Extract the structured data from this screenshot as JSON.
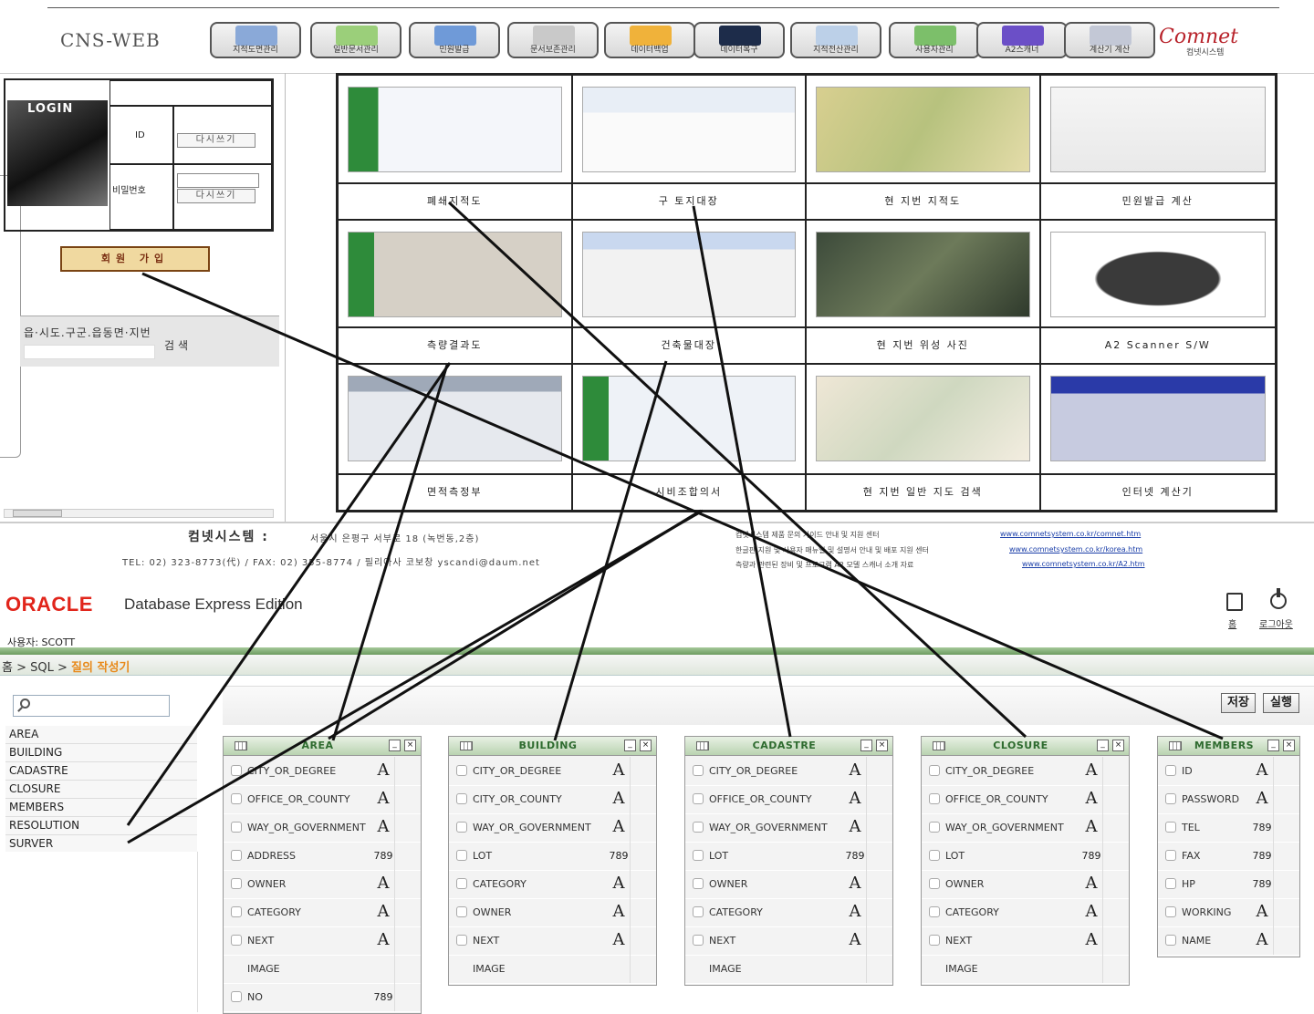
{
  "app": {
    "brand": "CNS-WEB",
    "nav": [
      {
        "label": "지적도면관리",
        "color": "#8aa9d8"
      },
      {
        "label": "일반문서관리",
        "color": "#9bcf7a"
      },
      {
        "label": "민원발급",
        "color": "#6f9ad8"
      },
      {
        "label": "문서보존관리",
        "color": "#c9c9c9"
      },
      {
        "label": "데이터백업",
        "color": "#f0b23a"
      },
      {
        "label": "데이터복구",
        "color": "#1d2c4a"
      },
      {
        "label": "지적전산관리",
        "color": "#bcd0e8"
      },
      {
        "label": "사용자관리",
        "color": "#7cbf6a"
      },
      {
        "label": "A2스캐너",
        "color": "#6b4fc7"
      },
      {
        "label": "계산기 계산",
        "color": "#c3c8d6"
      }
    ],
    "logo": {
      "name": "Comnet",
      "sub": "컴넷시스템"
    },
    "login": {
      "title": "LOGIN",
      "id_label": "ID",
      "password_label": "비밀번호",
      "retry": "다시쓰기",
      "join_button": "회원 가입"
    },
    "search": {
      "text": "읍·시도.구군.읍동면·지번",
      "button": "검색"
    },
    "grid": [
      {
        "caption": "폐쇄지적도"
      },
      {
        "caption": "구 토지대장"
      },
      {
        "caption": "현 지번 지적도"
      },
      {
        "caption": "민원발급 계산"
      },
      {
        "caption": "측량결과도"
      },
      {
        "caption": "건축물대장"
      },
      {
        "caption": "현 지번 위성 사진"
      },
      {
        "caption": "A2 Scanner S/W"
      },
      {
        "caption": "면적측정부"
      },
      {
        "caption": "시비조합의서"
      },
      {
        "caption": "현 지번 일반 지도 검색"
      },
      {
        "caption": "인터넷 계산기"
      }
    ],
    "footer": {
      "company": "컴넷시스템 :",
      "address": "서울시 은평구 서부로 18 (녹번동,2층)",
      "tel": "TEL: 02) 323-8773(代) / FAX: 02) 355-8774 / 필리아사 코보창 yscandi@daum.net",
      "right_lines": [
        {
          "text": "컴넷시스템 제품 문의 가이드 안내 및 지원 센터",
          "link": "www.comnetsystem.co.kr/comnet.htm"
        },
        {
          "text": "한글판 지원 및 사용자 매뉴얼 및 설명서 안내 및 배포 지원 센터",
          "link": "www.comnetsystem.co.kr/korea.htm"
        },
        {
          "text": "측량과 관련된 장비 및 프로그램 A2 모델 스캐너 소개 자료",
          "link": "www.comnetsystem.co.kr/A2.htm"
        }
      ]
    }
  },
  "oracle": {
    "logo": "ORACLE",
    "product": "Database Express Edition",
    "home": "홈",
    "logout": "로그아웃",
    "user": "사용자: SCOTT",
    "breadcrumb": {
      "home": "홈",
      "sep": " > ",
      "sql": "SQL",
      "current": "질의 작성기"
    },
    "buttons": {
      "save": "저장",
      "run": "실행"
    },
    "objects": [
      "AREA",
      "BUILDING",
      "CADASTRE",
      "CLOSURE",
      "MEMBERS",
      "RESOLUTION",
      "SURVER"
    ],
    "tables": [
      {
        "name": "AREA",
        "columns": [
          {
            "col": "CITY_OR_DEGREE",
            "type": "A"
          },
          {
            "col": "OFFICE_OR_COUNTY",
            "type": "A"
          },
          {
            "col": "WAY_OR_GOVERNMENT",
            "type": "A"
          },
          {
            "col": "ADDRESS",
            "type": "789"
          },
          {
            "col": "OWNER",
            "type": "A"
          },
          {
            "col": "CATEGORY",
            "type": "A"
          },
          {
            "col": "NEXT",
            "type": "A"
          },
          {
            "col": "IMAGE",
            "type": ""
          },
          {
            "col": "NO",
            "type": "789"
          }
        ]
      },
      {
        "name": "BUILDING",
        "columns": [
          {
            "col": "CITY_OR_DEGREE",
            "type": "A"
          },
          {
            "col": "CITY_OR_COUNTY",
            "type": "A"
          },
          {
            "col": "WAY_OR_GOVERNMENT",
            "type": "A"
          },
          {
            "col": "LOT",
            "type": "789"
          },
          {
            "col": "CATEGORY",
            "type": "A"
          },
          {
            "col": "OWNER",
            "type": "A"
          },
          {
            "col": "NEXT",
            "type": "A"
          },
          {
            "col": "IMAGE",
            "type": ""
          }
        ]
      },
      {
        "name": "CADASTRE",
        "columns": [
          {
            "col": "CITY_OR_DEGREE",
            "type": "A"
          },
          {
            "col": "OFFICE_OR_COUNTY",
            "type": "A"
          },
          {
            "col": "WAY_OR_GOVERNMENT",
            "type": "A"
          },
          {
            "col": "LOT",
            "type": "789"
          },
          {
            "col": "OWNER",
            "type": "A"
          },
          {
            "col": "CATEGORY",
            "type": "A"
          },
          {
            "col": "NEXT",
            "type": "A"
          },
          {
            "col": "IMAGE",
            "type": ""
          }
        ]
      },
      {
        "name": "CLOSURE",
        "columns": [
          {
            "col": "CITY_OR_DEGREE",
            "type": "A"
          },
          {
            "col": "OFFICE_OR_COUNTY",
            "type": "A"
          },
          {
            "col": "WAY_OR_GOVERNMENT",
            "type": "A"
          },
          {
            "col": "LOT",
            "type": "789"
          },
          {
            "col": "OWNER",
            "type": "A"
          },
          {
            "col": "CATEGORY",
            "type": "A"
          },
          {
            "col": "NEXT",
            "type": "A"
          },
          {
            "col": "IMAGE",
            "type": ""
          }
        ]
      },
      {
        "name": "MEMBERS",
        "columns": [
          {
            "col": "ID",
            "type": "A"
          },
          {
            "col": "PASSWORD",
            "type": "A"
          },
          {
            "col": "TEL",
            "type": "789"
          },
          {
            "col": "FAX",
            "type": "789"
          },
          {
            "col": "HP",
            "type": "789"
          },
          {
            "col": "WORKING",
            "type": "A"
          },
          {
            "col": "NAME",
            "type": "A"
          }
        ]
      }
    ]
  }
}
